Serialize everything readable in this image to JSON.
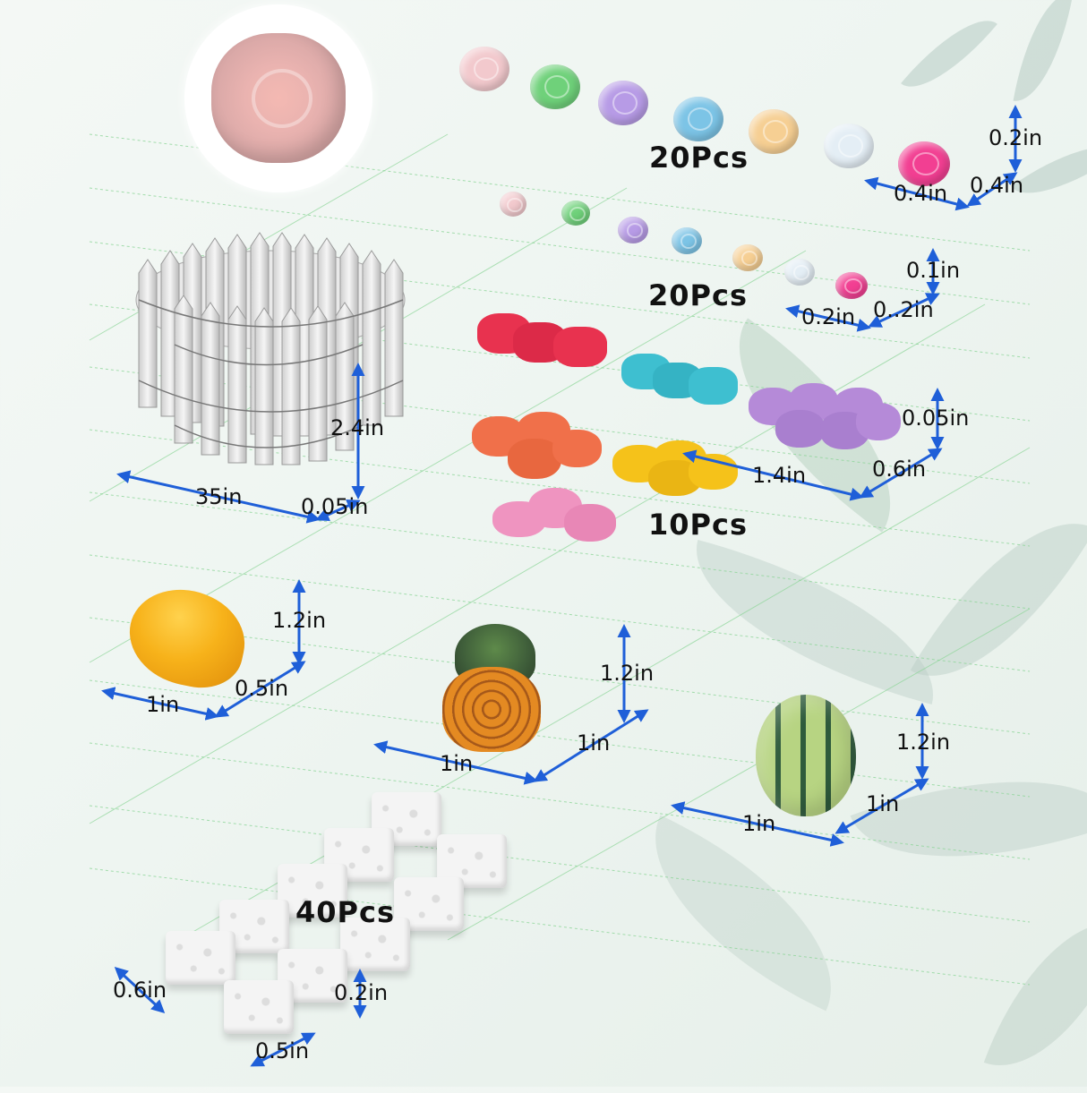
{
  "colors": {
    "arrow": "#1f5fd8",
    "grid": "#8fd69a",
    "text": "#111111",
    "background": "#eef5f1"
  },
  "rose_large": {
    "count": "20Pcs",
    "height": "0.2in",
    "width": "0.4in",
    "depth": "0.4in",
    "colors": [
      "#f2c9cd",
      "#6fd17a",
      "#b79be6",
      "#7cc4e6",
      "#f6cf93",
      "#e4eef5",
      "#f23f92"
    ]
  },
  "rose_small": {
    "count": "20Pcs",
    "height": "0.1in",
    "width": "0.2in",
    "depth": "0..2in",
    "colors": [
      "#f2c9cd",
      "#6fd17a",
      "#b79be6",
      "#7cc4e6",
      "#f6cf93",
      "#e4eef5",
      "#f23f92"
    ]
  },
  "fence": {
    "length": "35in",
    "height": "2.4in",
    "thickness": "0.05in"
  },
  "flowers": {
    "count": "10Pcs",
    "width": "1.4in",
    "depth": "0.6in",
    "height": "0.05in",
    "colors": [
      "#e8324f",
      "#3ebfd0",
      "#b58ad8",
      "#f0704a",
      "#f5c21a",
      "#ef94c0"
    ]
  },
  "mango": {
    "height": "1.2in",
    "width": "1in",
    "depth": "0.5in"
  },
  "pineapple": {
    "height": "1.2in",
    "width": "1in",
    "depth": "1in"
  },
  "watermelon": {
    "height": "1.2in",
    "width": "1in",
    "depth": "1in"
  },
  "stepping_stones": {
    "count": "40Pcs",
    "length": "0.6in",
    "width": "0.5in",
    "height": "0.2in"
  }
}
